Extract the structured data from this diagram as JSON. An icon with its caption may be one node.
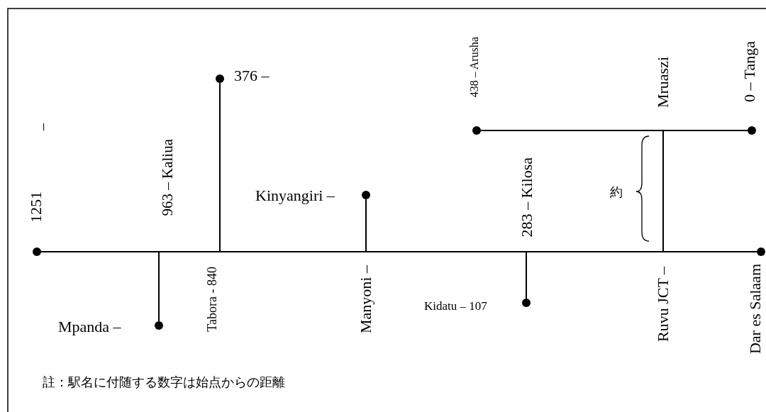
{
  "diagram": {
    "nodes": [
      {
        "text": [
          "1251"
        ]
      },
      {
        "text": [
          "963 – Kaliua"
        ]
      },
      {
        "text": [
          "376 –"
        ]
      },
      {
        "text": [
          "Tabora - 840"
        ]
      },
      {
        "text": [
          "Kinyangiri –"
        ]
      },
      {
        "text": [
          "Manyoni –"
        ]
      },
      {
        "text": [
          "438 – Arusha"
        ]
      },
      {
        "text": [
          "283 – Kilosa"
        ]
      },
      {
        "text": [
          "Kidatu – 107"
        ]
      },
      {
        "text": [
          "Mruaszi"
        ]
      },
      {
        "text": [
          "0 – Tanga"
        ]
      },
      {
        "text": [
          "Ruvu JCT –"
        ]
      },
      {
        "text": [
          "Dar es Salaam"
        ]
      },
      {
        "text": [
          "Mpanda –"
        ]
      }
    ],
    "edges": [
      {
        "from": 0,
        "to": 1,
        "arrow": "none"
      },
      {
        "from": 1,
        "to": 3,
        "arrow": "none"
      },
      {
        "from": 3,
        "to": 5,
        "arrow": "none"
      },
      {
        "from": 5,
        "to": 7,
        "arrow": "none"
      },
      {
        "from": 7,
        "to": 11,
        "arrow": "none"
      },
      {
        "from": 11,
        "to": 12,
        "arrow": "none"
      },
      {
        "from": 1,
        "to": 13,
        "arrow": "none"
      },
      {
        "from": 3,
        "to": 2,
        "arrow": "none"
      },
      {
        "from": 5,
        "to": 4,
        "arrow": "none"
      },
      {
        "from": 7,
        "to": 8,
        "arrow": "none"
      },
      {
        "from": 11,
        "to": 9,
        "arrow": "none"
      },
      {
        "from": 6,
        "to": 9,
        "arrow": "none"
      },
      {
        "from": 9,
        "to": 10,
        "arrow": "none"
      }
    ],
    "labels": [
      "–",
      "約",
      "註：駅名に付随する数字は始点からの距離"
    ]
  }
}
